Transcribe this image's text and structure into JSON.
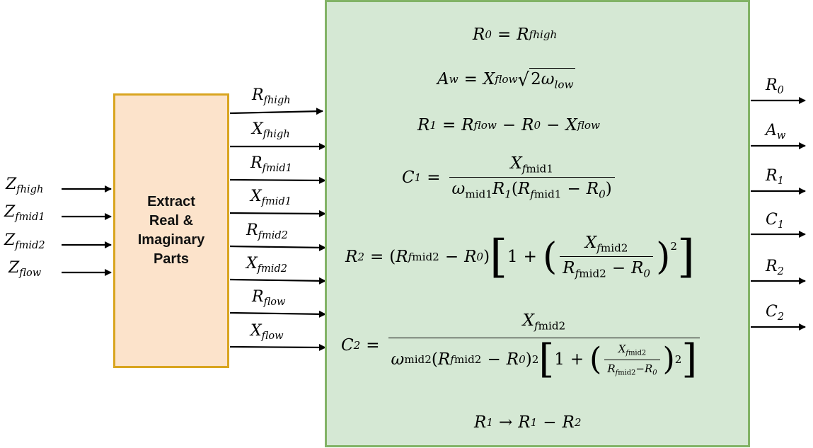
{
  "extract_block": {
    "label": "Extract\nReal &\nImaginary\nParts"
  },
  "inputs": [
    {
      "sym": "Z",
      "sub": "fhigh"
    },
    {
      "sym": "Z",
      "sub": "fmid1"
    },
    {
      "sym": "Z",
      "sub": "fmid2"
    },
    {
      "sym": "Z",
      "sub": "flow"
    }
  ],
  "intermediates": [
    {
      "sym": "R",
      "sub": "fhigh"
    },
    {
      "sym": "X",
      "sub": "fhigh"
    },
    {
      "sym": "R",
      "sub": "fmid1"
    },
    {
      "sym": "X",
      "sub": "fmid1"
    },
    {
      "sym": "R",
      "sub": "fmid2"
    },
    {
      "sym": "X",
      "sub": "fmid2"
    },
    {
      "sym": "R",
      "sub": "flow"
    },
    {
      "sym": "X",
      "sub": "flow"
    }
  ],
  "outputs": [
    {
      "sym": "R",
      "sub": "0"
    },
    {
      "sym": "A",
      "sub": "w"
    },
    {
      "sym": "R",
      "sub": "1"
    },
    {
      "sym": "C",
      "sub": "1"
    },
    {
      "sym": "R",
      "sub": "2"
    },
    {
      "sym": "C",
      "sub": "2"
    }
  ],
  "equations": {
    "eq1": "R0 = Rfhigh",
    "eq2": "Aw = Xflow √(2ωlow)",
    "eq3": "R1 = Rflow − R0 − Xflow",
    "eq4": "C1 = Xfmid1 / (ωmid1 R1 (Rfmid1 − R0))",
    "eq5": "R2 = (Rfmid2 − R0)[1 + (Xfmid2 / (Rfmid2 − R0))²]",
    "eq6": "C2 = Xfmid2 / (ωmid2 (Rfmid2 − R0)² [1 + (Xfmid2 / (Rfmid2 − R0))²])",
    "eq7": "R1 → R1 − R2"
  },
  "colors": {
    "extract_fill": "#fce3cb",
    "extract_stroke": "#d9a520",
    "eq_fill": "#d5e8d4",
    "eq_stroke": "#82b366"
  }
}
